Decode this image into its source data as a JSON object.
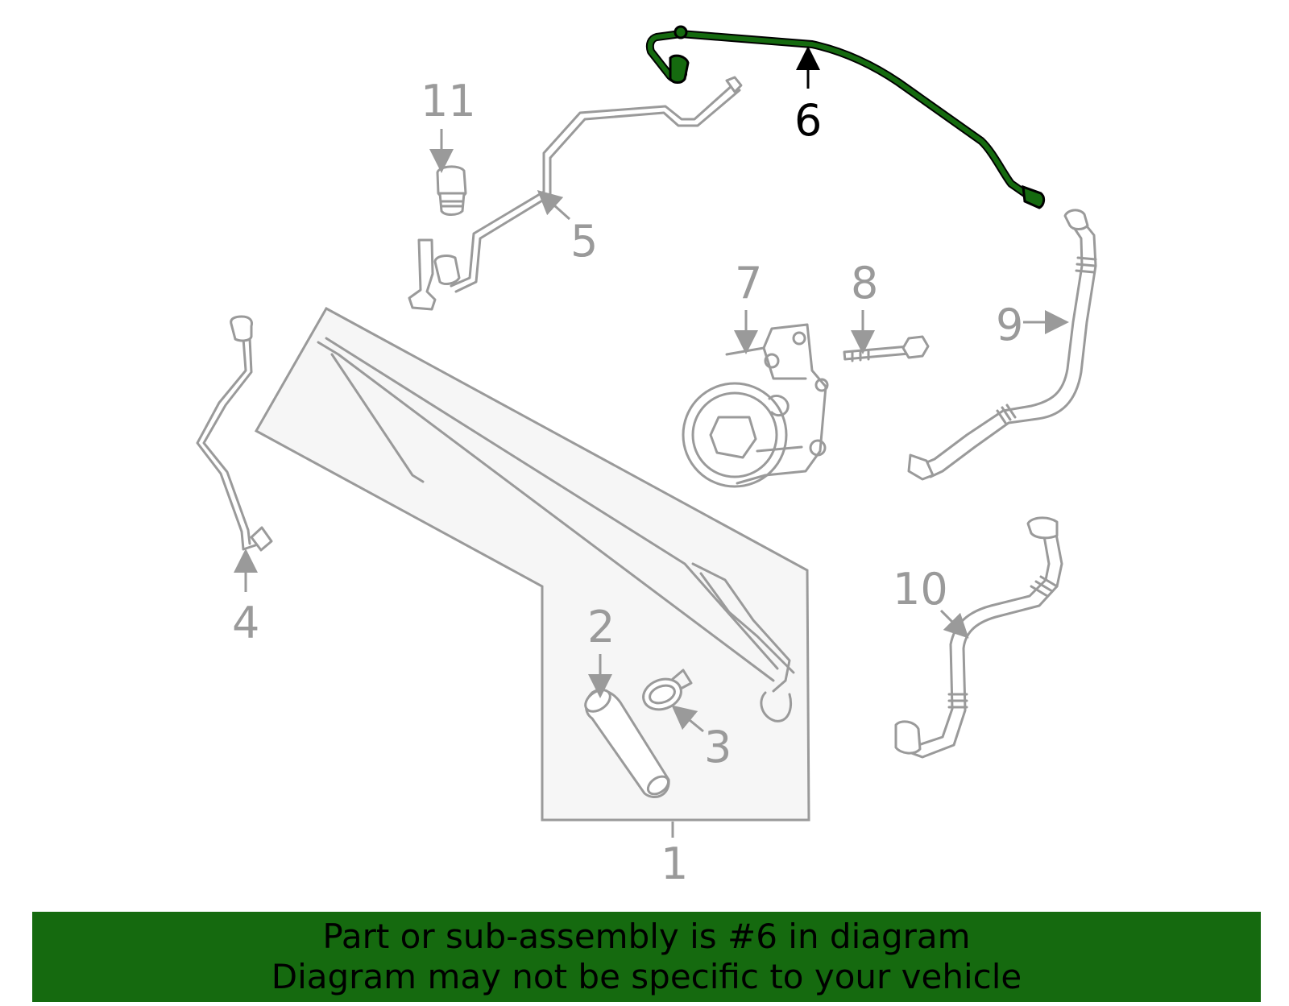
{
  "diagram": {
    "highlighted_part": "6",
    "highlight_color": "#156a0f",
    "part_color": "#9a9a9a",
    "callouts": {
      "c1": "1",
      "c2": "2",
      "c3": "3",
      "c4": "4",
      "c5": "5",
      "c6": "6",
      "c7": "7",
      "c8": "8",
      "c9": "9",
      "c10": "10",
      "c11": "11"
    }
  },
  "banner": {
    "line1": "Part or sub-assembly is #6 in diagram",
    "line2": "Diagram may not be specific to your vehicle",
    "background": "#156a0f"
  }
}
